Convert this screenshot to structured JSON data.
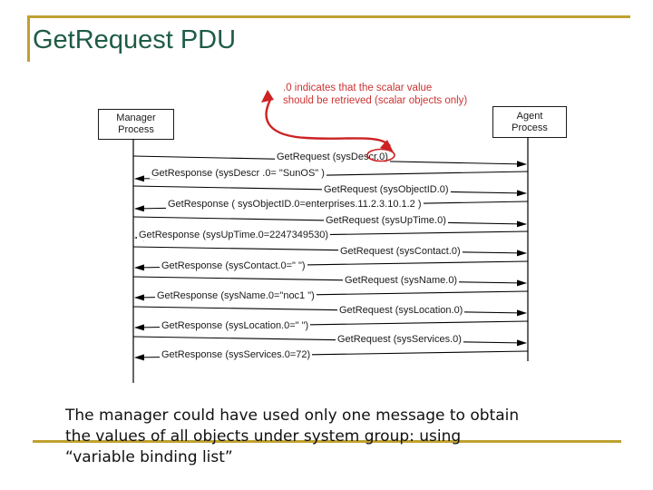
{
  "slide": {
    "title": "GetRequest PDU",
    "annotation": [
      ".0 indicates that the scalar value",
      "should be retrieved (scalar objects only)"
    ],
    "manager_box": {
      "line1": "Manager",
      "line2": "Process"
    },
    "agent_box": {
      "line1": "Agent",
      "line2": "Process"
    },
    "messages": [
      {
        "label": "GetRequest (sysDescr.0)",
        "direction": "request"
      },
      {
        "label": "GetResponse (sysDescr .0= \"SunOS\" )",
        "direction": "response"
      },
      {
        "label": "GetRequest (sysObjectID.0)",
        "direction": "request"
      },
      {
        "label": "GetResponse ( sysObjectID.0=enterprises.11.2.3.10.1.2 )",
        "direction": "response"
      },
      {
        "label": "GetRequest (sysUpTime.0)",
        "direction": "request"
      },
      {
        "label": "GetResponse (sysUpTime.0=2247349530)",
        "direction": "response"
      },
      {
        "label": "GetRequest (sysContact.0)",
        "direction": "request"
      },
      {
        "label": "GetResponse (sysContact.0=\" \")",
        "direction": "response"
      },
      {
        "label": "GetRequest (sysName.0)",
        "direction": "request"
      },
      {
        "label": "GetResponse (sysName.0=\"noc1 \")",
        "direction": "response"
      },
      {
        "label": "GetRequest (sysLocation.0)",
        "direction": "request"
      },
      {
        "label": "GetResponse (sysLocation.0=\" \")",
        "direction": "response"
      },
      {
        "label": "GetRequest (sysServices.0)",
        "direction": "request"
      },
      {
        "label": "GetResponse (sysServices.0=72)",
        "direction": "response"
      }
    ],
    "footer": [
      "The manager could have used only one message to obtain",
      "the values of all objects under system group: using",
      "“variable binding list”"
    ],
    "colors": {
      "title_green": "#1e5c45",
      "accent_gold": "#bfa130",
      "annotation_red": "#cc3333",
      "diagram_black": "#000000"
    }
  }
}
